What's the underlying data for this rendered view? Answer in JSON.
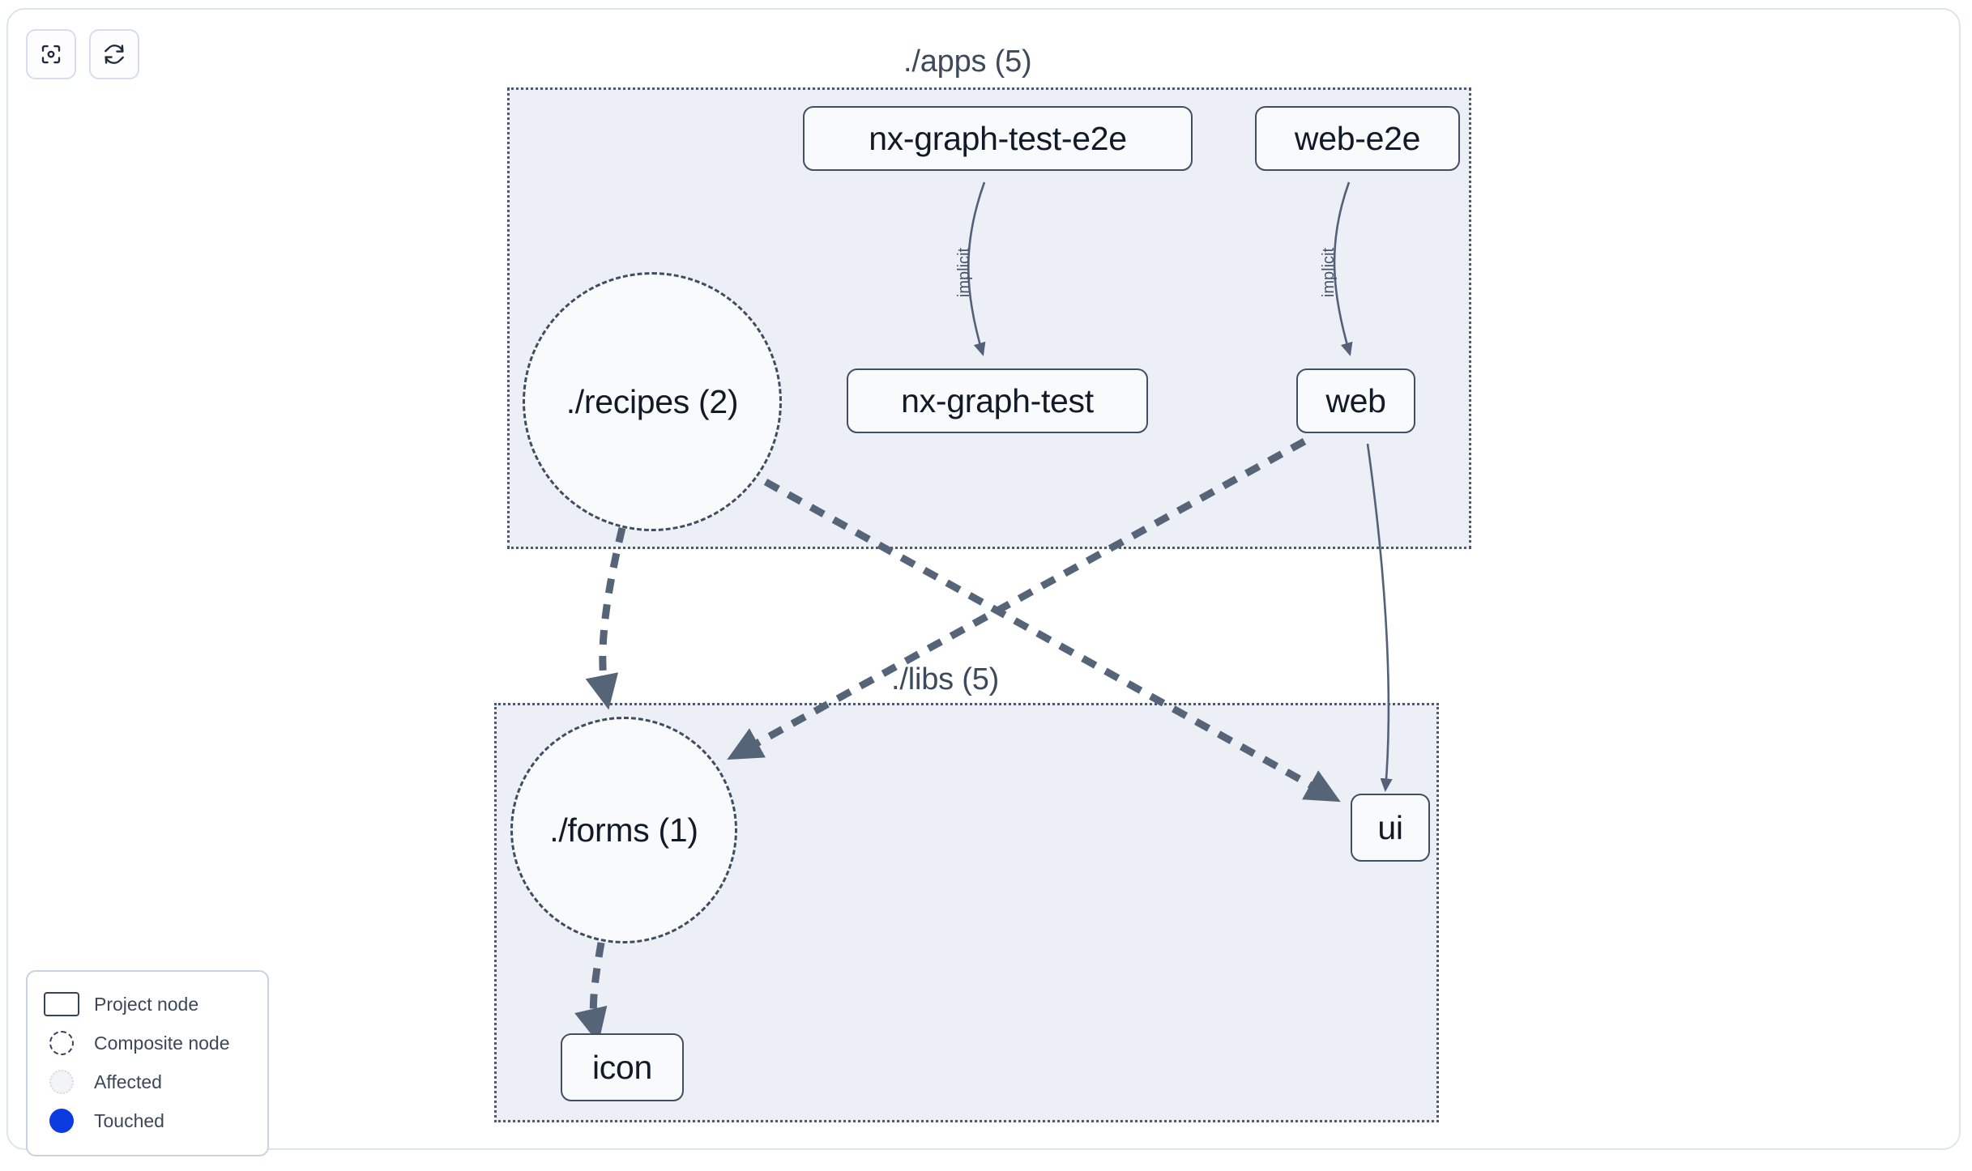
{
  "toolbar": {
    "buttons": [
      {
        "name": "focus-graph-button",
        "icon": "focus-target-icon",
        "title": "Focus graph"
      },
      {
        "name": "refresh-graph-button",
        "icon": "refresh-icon",
        "title": "Refresh graph"
      }
    ]
  },
  "graph": {
    "groups": [
      {
        "id": "apps",
        "label": "./apps (5)"
      },
      {
        "id": "libs",
        "label": "./libs (5)"
      }
    ],
    "nodes": [
      {
        "id": "nx-graph-test-e2e",
        "label": "nx-graph-test-e2e",
        "type": "project",
        "group": "apps"
      },
      {
        "id": "web-e2e",
        "label": "web-e2e",
        "type": "project",
        "group": "apps"
      },
      {
        "id": "nx-graph-test",
        "label": "nx-graph-test",
        "type": "project",
        "group": "apps"
      },
      {
        "id": "web",
        "label": "web",
        "type": "project",
        "group": "apps"
      },
      {
        "id": "recipes",
        "label": "./recipes (2)",
        "type": "composite",
        "group": "apps"
      },
      {
        "id": "forms",
        "label": "./forms (1)",
        "type": "composite",
        "group": "libs"
      },
      {
        "id": "ui",
        "label": "ui",
        "type": "project",
        "group": "libs"
      },
      {
        "id": "icon",
        "label": "icon",
        "type": "project",
        "group": "libs"
      }
    ],
    "edges": [
      {
        "from": "nx-graph-test-e2e",
        "to": "nx-graph-test",
        "label": "implicit",
        "style": "solid"
      },
      {
        "from": "web-e2e",
        "to": "web",
        "label": "implicit",
        "style": "solid"
      },
      {
        "from": "web",
        "to": "ui",
        "label": "",
        "style": "solid"
      },
      {
        "from": "recipes",
        "to": "forms",
        "label": "",
        "style": "dashed"
      },
      {
        "from": "recipes",
        "to": "ui",
        "label": "",
        "style": "dashed"
      },
      {
        "from": "web",
        "to": "forms",
        "label": "",
        "style": "dashed"
      },
      {
        "from": "forms",
        "to": "icon",
        "label": "",
        "style": "dashed"
      }
    ]
  },
  "legend": {
    "items": [
      {
        "swatch": "project-node-swatch",
        "label": "Project node"
      },
      {
        "swatch": "composite-node-swatch",
        "label": "Composite node"
      },
      {
        "swatch": "affected-swatch",
        "label": "Affected"
      },
      {
        "swatch": "touched-swatch",
        "label": "Touched"
      }
    ]
  },
  "colors": {
    "group_fill": "#eceff5",
    "group_border": "#4c5a70",
    "node_border": "#424f63",
    "node_fill": "#f8fafc",
    "edge": "#536077",
    "touched": "#0a3ae0",
    "panel_border": "#dfe3ec"
  }
}
